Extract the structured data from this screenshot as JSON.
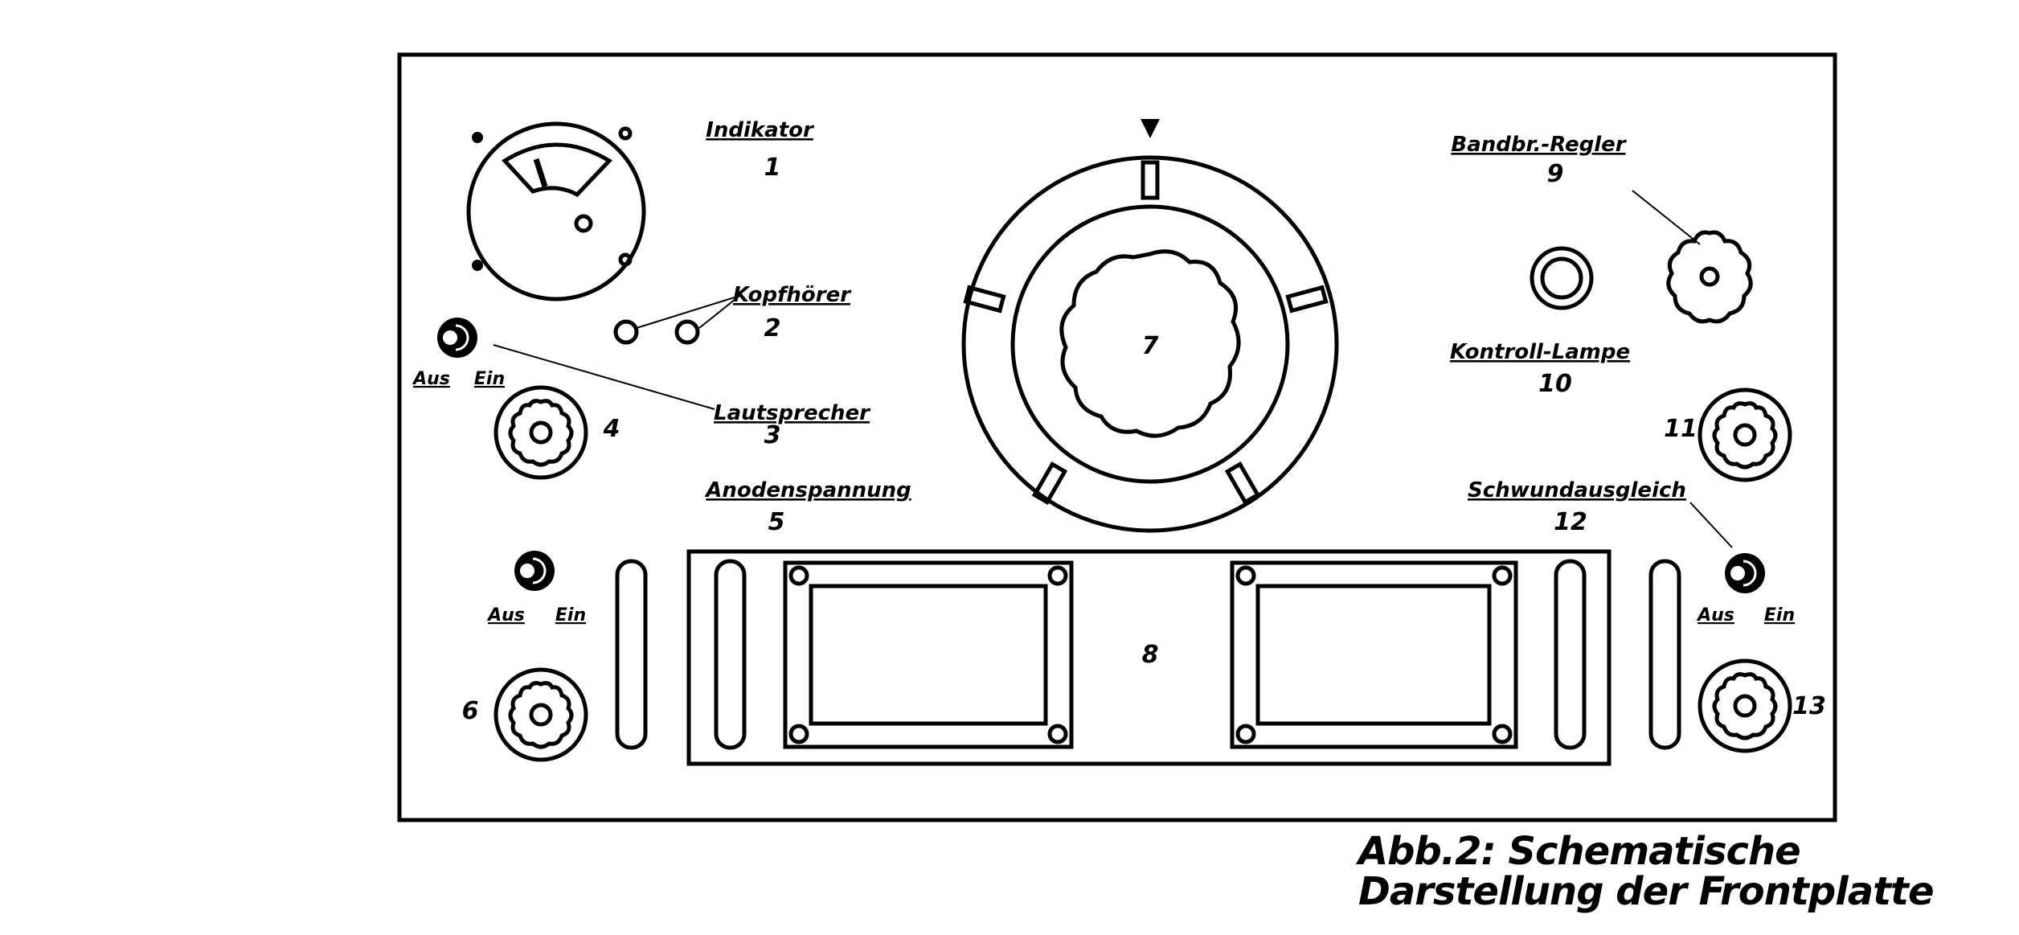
{
  "labels": {
    "indikator": {
      "text": "Indikator",
      "num": "1"
    },
    "kopfhoerer": {
      "text": "Kopfhörer",
      "num": "2"
    },
    "lautsprecher": {
      "text": "Lautsprecher",
      "num": "3"
    },
    "knob4": "4",
    "anodenspannung": {
      "text": "Anodenspannung",
      "num": "5"
    },
    "knob6": "6",
    "dial": "7",
    "panel": "8",
    "bandbreite": {
      "text": "Bandbr.-Regler",
      "num": "9"
    },
    "kontrolllampe": {
      "text": "Kontroll-Lampe",
      "num": "10"
    },
    "knob11": "11",
    "schwundausgleich": {
      "text": "Schwundausgleich",
      "num": "12"
    },
    "knob13": "13"
  },
  "switch": {
    "off": "Aus",
    "on": "Ein"
  },
  "caption": {
    "line1": "Abb.2: Schematische",
    "line2": "Darstellung der Frontplatte"
  }
}
